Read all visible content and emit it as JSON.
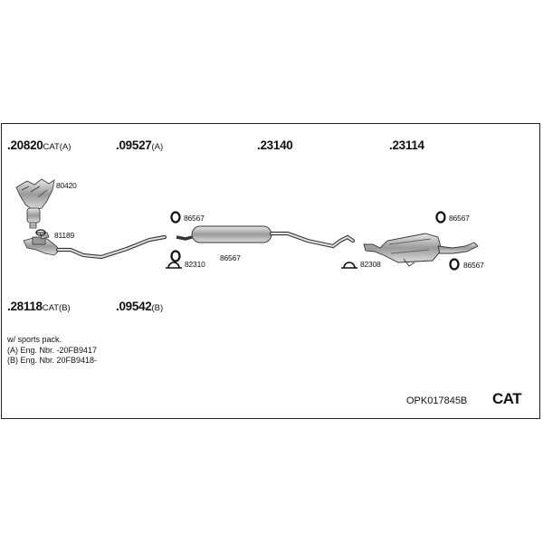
{
  "parts": [
    {
      "num": ".20820",
      "suffix": "CAT(A)"
    },
    {
      "num": ".09527",
      "suffix": "(A)"
    },
    {
      "num": ".23140",
      "suffix": ""
    },
    {
      "num": ".23114",
      "suffix": ""
    },
    {
      "num": ".28118",
      "suffix": "CAT(B)"
    },
    {
      "num": ".09542",
      "suffix": "(B)"
    }
  ],
  "small_parts": {
    "p80420": "80420",
    "p81189": "81189",
    "p86567a": "86567",
    "p82310": "82310",
    "p86567b": "86567",
    "p86567c": "86567",
    "p82308": "82308",
    "p86567d": "86567"
  },
  "notes": [
    "w/ sports pack.",
    "(A) Eng. Nbr. -20FB9417",
    "(B) Eng. Nbr. 20FB9418-"
  ],
  "kit_code": "OPK017845B",
  "brand": "CAT"
}
